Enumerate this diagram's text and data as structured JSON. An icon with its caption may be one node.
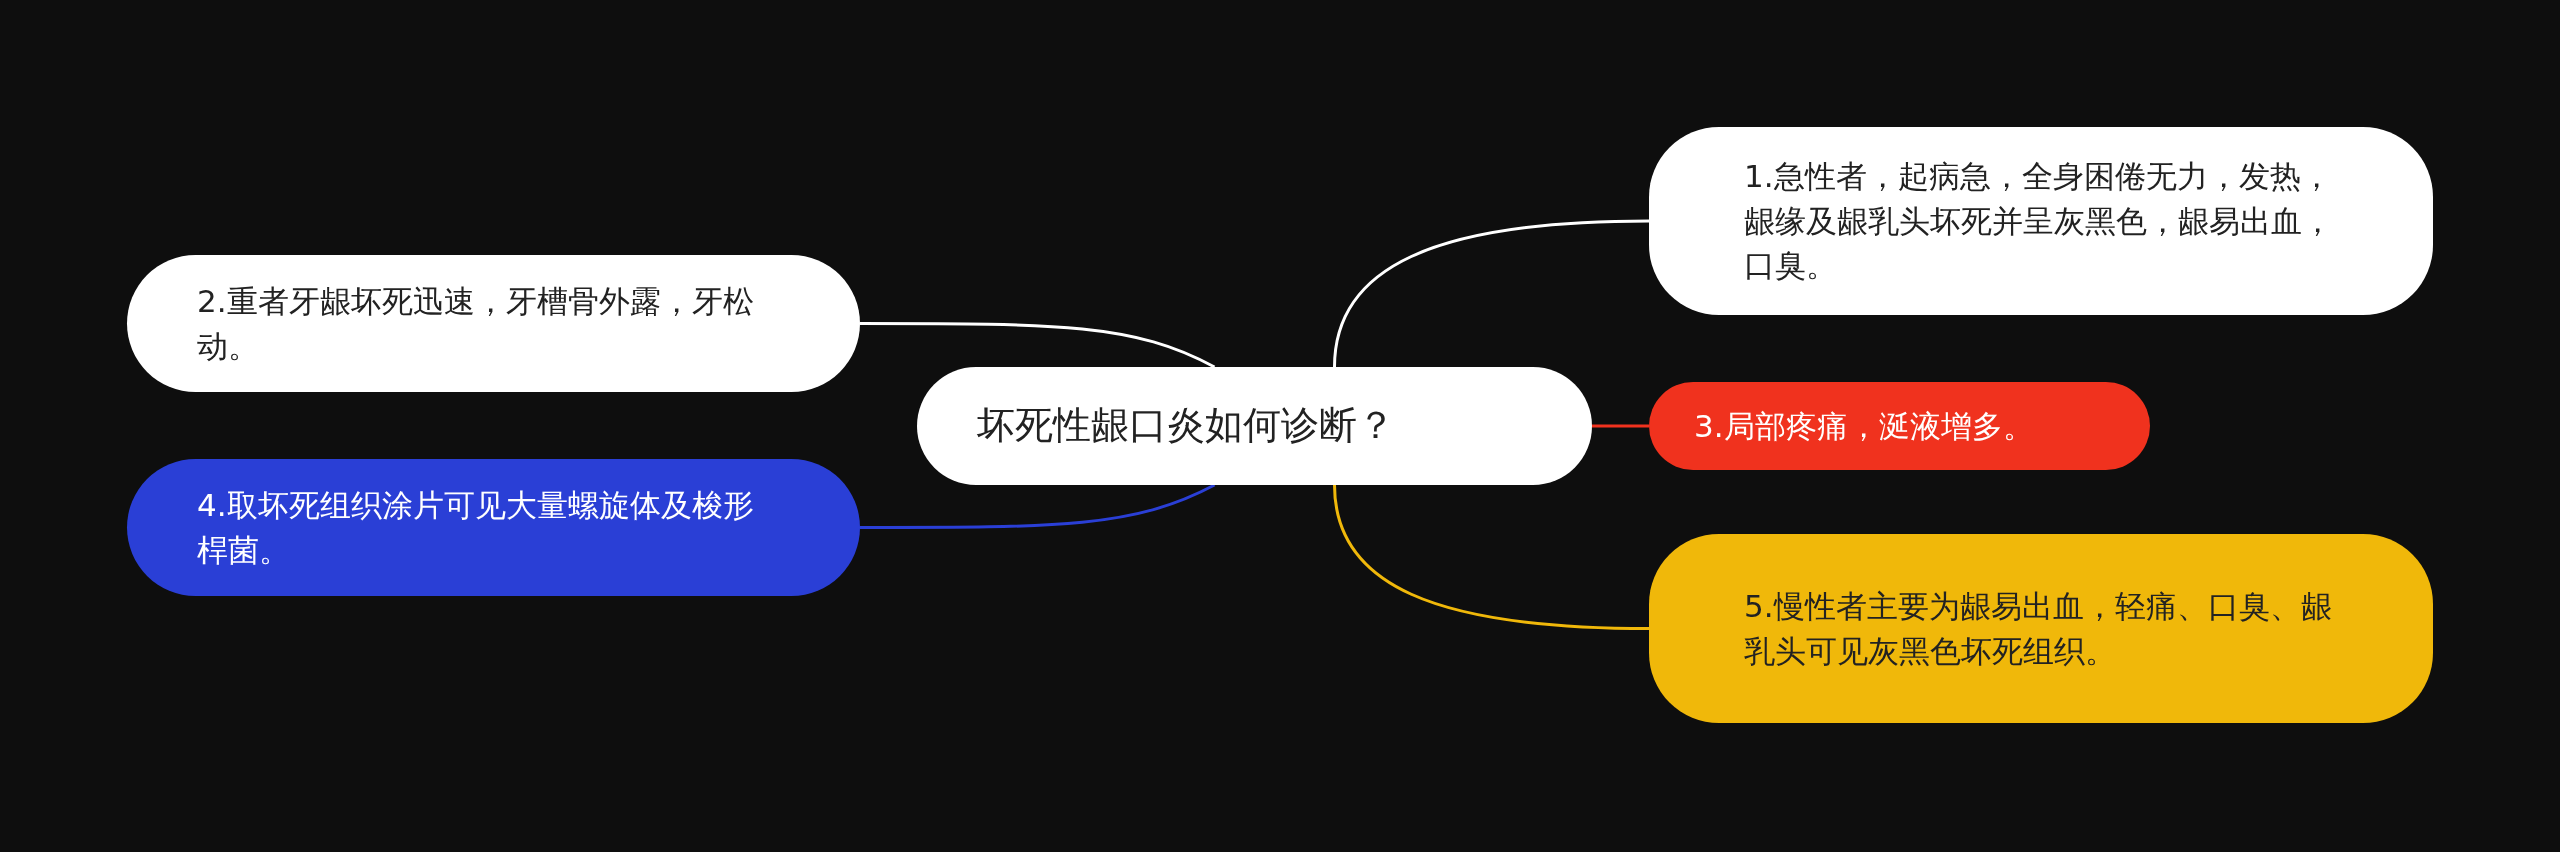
{
  "diagram": {
    "nodes": [
      {
        "text": [
          "坏死性龈口炎如何诊断？"
        ]
      },
      {
        "text": [
          "1.急性者，起病急，全身困倦无力，发热，龈缘及龈乳头坏死并呈灰黑色，龈易出血，口臭。"
        ]
      },
      {
        "text": [
          "2.重者牙龈坏死迅速，牙槽骨外露，牙松动。"
        ]
      },
      {
        "text": [
          "3.局部疼痛，涎液增多。"
        ]
      },
      {
        "text": [
          "4.取坏死组织涂片可见大量螺旋体及梭形桿菌。"
        ]
      },
      {
        "text": [
          "5.慢性者主要为龈易出血，轻痛、口臭、龈乳头可见灰黑色坏死组织。"
        ]
      }
    ],
    "edges": [
      {
        "from": 0,
        "to": 1,
        "arrow": "none"
      },
      {
        "from": 0,
        "to": 2,
        "arrow": "none"
      },
      {
        "from": 0,
        "to": 3,
        "arrow": "none",
        "color": "#f0321e"
      },
      {
        "from": 0,
        "to": 4,
        "arrow": "none",
        "color": "#2a3fd6"
      },
      {
        "from": 0,
        "to": 5,
        "arrow": "none",
        "color": "#f0b80a"
      }
    ]
  }
}
